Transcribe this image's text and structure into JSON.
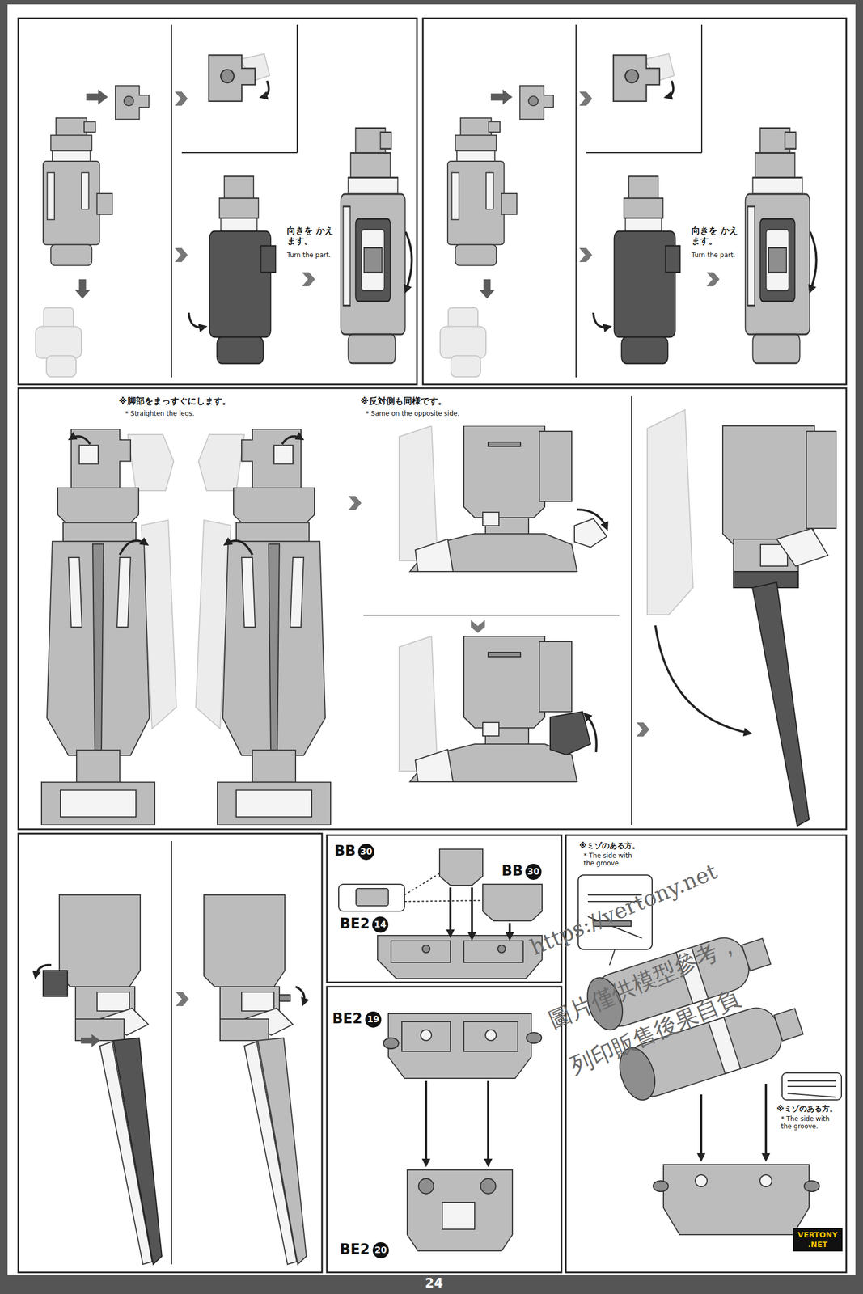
{
  "diagram": {
    "labels": [
      "向きを かえます。",
      "Turn the part.",
      "向きを かえます。",
      "Turn the part.",
      "※脚部をまっすぐにします。",
      "* Straighten the legs.",
      "※反対側も同様です。",
      "* Same on the opposite side.",
      "BB",
      "30",
      "BB",
      "30",
      "BE2",
      "14",
      "※ミゾのある方。",
      "* The side with the groove.",
      "https://vertony.net",
      "圖片僅供模型參考，",
      "列印販售後果自負",
      "※ミゾのある方。",
      "* The side with the groove.",
      "BE2",
      "19",
      "BE2",
      "20",
      "VERTONY .NET",
      "24"
    ]
  }
}
